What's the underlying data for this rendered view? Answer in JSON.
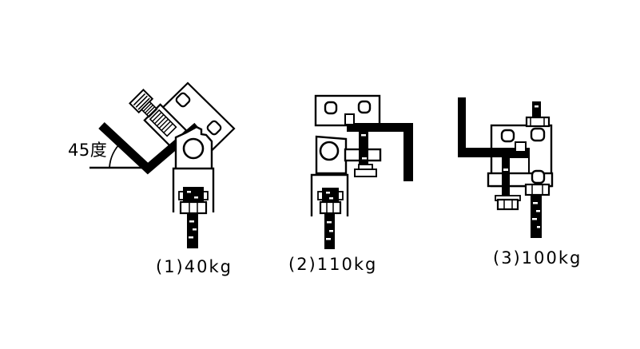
{
  "diagram": {
    "background_color": "#ffffff",
    "line_color": "#000000",
    "angle_label": "45度",
    "figures": [
      {
        "caption": "(1)40kg",
        "rating_kg": 40
      },
      {
        "caption": "(2)110kg",
        "rating_kg": 110
      },
      {
        "caption": "(3)100kg",
        "rating_kg": 100
      }
    ]
  }
}
